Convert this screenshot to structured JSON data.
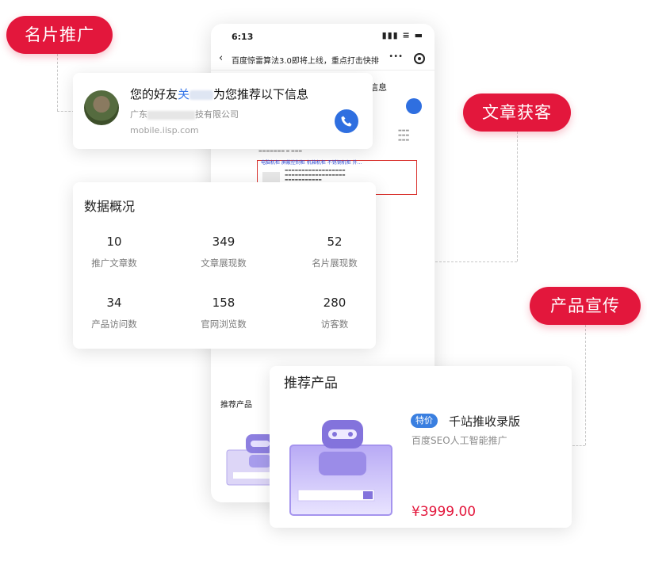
{
  "tags": {
    "card_promotion": "名片推广",
    "article_leads": "文章获客",
    "product_promo": "产品宣传"
  },
  "phone": {
    "time": "6:13",
    "status_icons": "▮▮▮ ≡ ▬",
    "nav_title": "百度惊雷算法3.0即将上线，重点打击快排",
    "nav_more": "•••",
    "header_partial": "信息",
    "ad_title": "电脑机柜 屏蔽控制柜 机箱机柜 不锈钢机柜 外...",
    "recommend_label": "推荐产品"
  },
  "business_card": {
    "headline_prefix": "您的好友",
    "headline_name": "关",
    "headline_suffix": "为您推荐以下信息",
    "company_prefix": "广东",
    "company_suffix": "技有限公司",
    "url": "mobile.iisp.com"
  },
  "stats": {
    "title": "数据概况",
    "items": [
      {
        "value": "10",
        "label": "推广文章数"
      },
      {
        "value": "349",
        "label": "文章展现数"
      },
      {
        "value": "52",
        "label": "名片展现数"
      },
      {
        "value": "34",
        "label": "产品访问数"
      },
      {
        "value": "158",
        "label": "官网浏览数"
      },
      {
        "value": "280",
        "label": "访客数"
      }
    ]
  },
  "product": {
    "section_title": "推荐产品",
    "badge": "特价",
    "name": "千站推收录版",
    "subtitle": "百度SEO人工智能推广",
    "price": "¥3999.00"
  },
  "colors": {
    "brand_red": "#e3173c",
    "accent_blue": "#2f6fe0"
  }
}
